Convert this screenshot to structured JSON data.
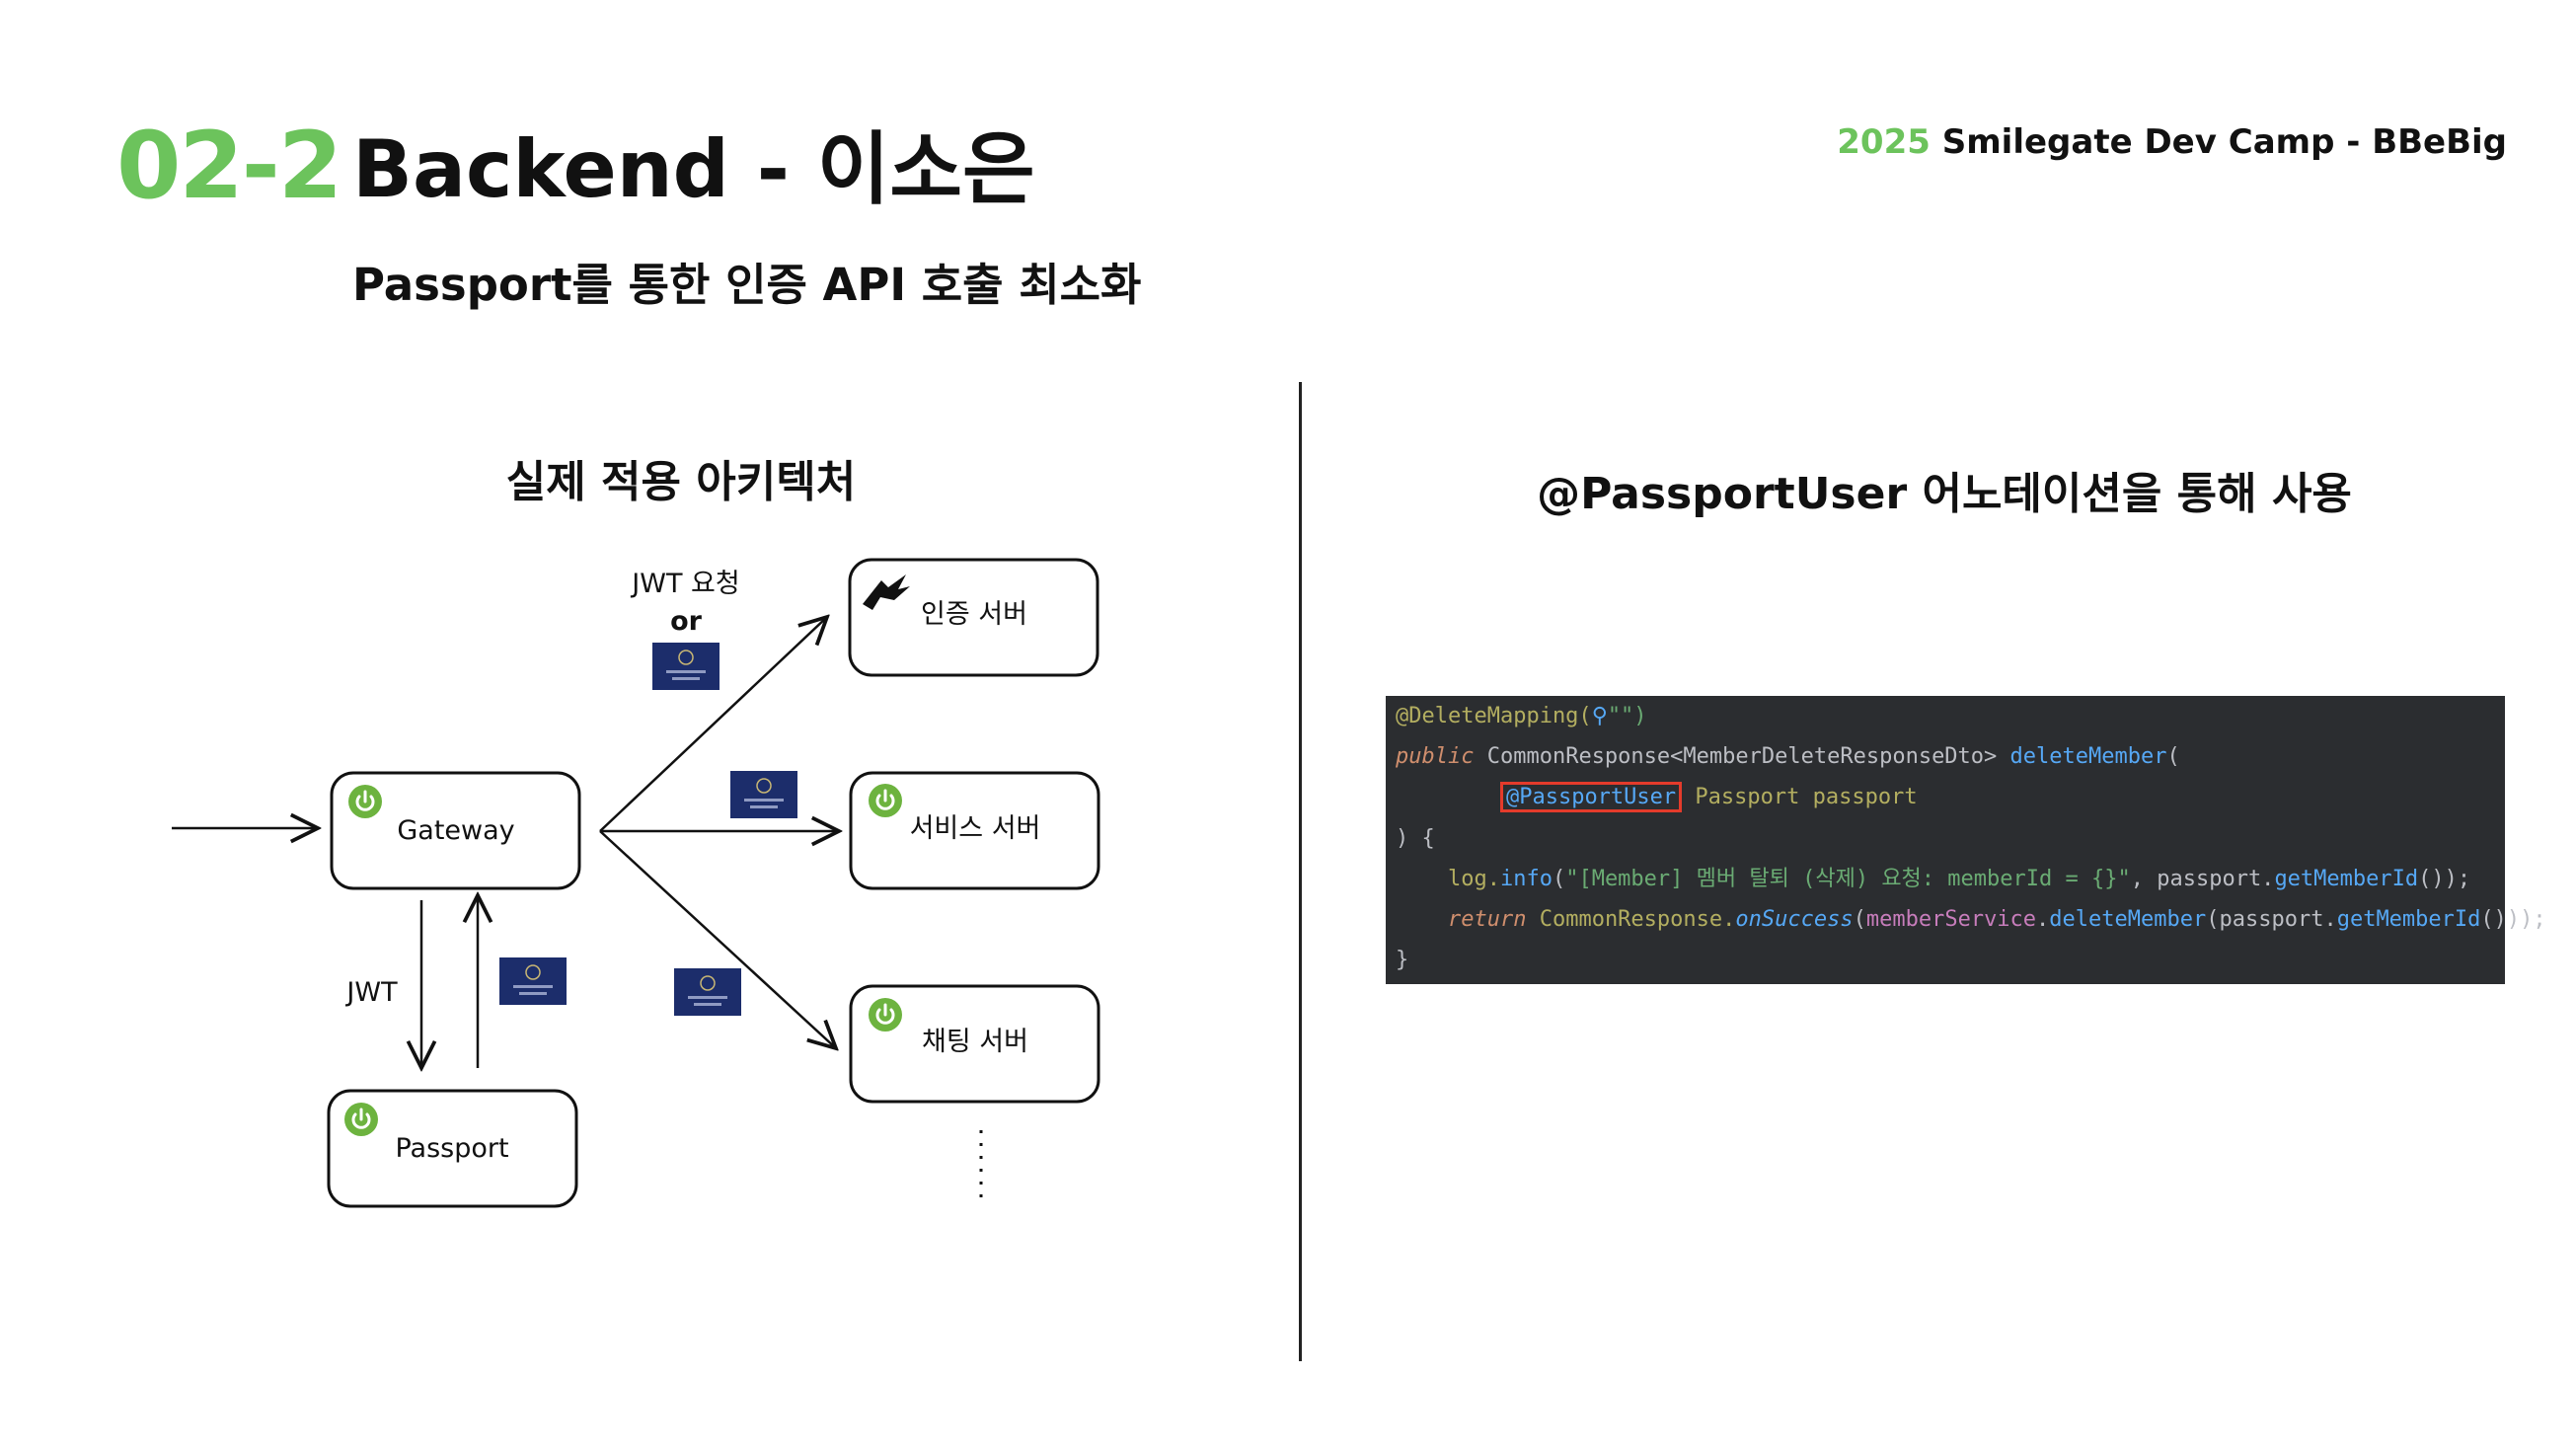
{
  "header": {
    "section_number": "02-2",
    "title": "Backend - 이소은",
    "subtitle": "Passport를 통한 인증 API 호출 최소화",
    "brand_year": "2025",
    "brand_text": "Smilegate Dev Camp - BBeBig",
    "accent_color": "#6cc35c"
  },
  "left": {
    "heading": "실제 적용 아키텍처",
    "diagram": {
      "nodes": {
        "gateway": "Gateway",
        "passport": "Passport",
        "auth_server": "인증 서버",
        "service_server": "서비스 서버",
        "chat_server": "채팅 서버"
      },
      "labels": {
        "jwt_request": "JWT 요청",
        "or": "or",
        "jwt": "JWT",
        "more": "⋮"
      },
      "icons": {
        "spring": "spring-power-icon",
        "auth": "wing-logo-icon",
        "passport_card": "passport-card-icon"
      }
    }
  },
  "right": {
    "heading": "@PassportUser 어노테이션을 통해 사용",
    "code_lines": [
      [
        "@DeleteMapping(",
        "⚲",
        "\"\")"
      ],
      [
        "public",
        " CommonResponse<MemberDeleteResponseDto> ",
        "deleteMember",
        "("
      ],
      [
        "        ",
        "@PassportUser",
        " Passport passport"
      ],
      [
        ") {"
      ],
      [
        "    log.",
        "info",
        "(",
        "\"[Member] 멤버 탈퇴 (삭제) 요청: memberId = {}\"",
        ", passport.",
        "getMemberId",
        "());"
      ],
      [
        "    ",
        "return",
        " CommonResponse.",
        "onSuccess",
        "(",
        "memberService",
        ".",
        "deleteMember",
        "(passport.",
        "getMemberId",
        "()));"
      ],
      [
        "}"
      ]
    ],
    "highlight_color": "#e43b2b"
  }
}
